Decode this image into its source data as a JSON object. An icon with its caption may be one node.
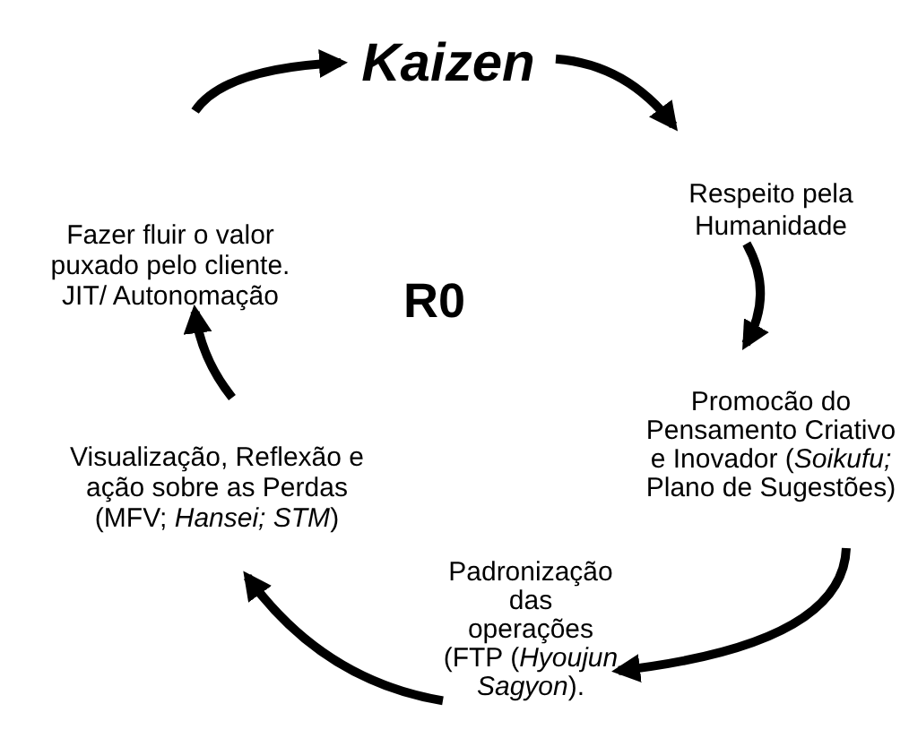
{
  "diagram": {
    "nodes": [
      {
        "text": [
          "Kaizen"
        ]
      },
      {
        "text": [
          "Respeito pela Humanidade"
        ]
      },
      {
        "text": [
          "Promocão do Pensamento Criativo e Inovador (*Soikufu;* Plano de Sugestões)"
        ]
      },
      {
        "text": [
          "Padronização das operações (FTP (*Hyoujun Sagyon*)."
        ]
      },
      {
        "text": [
          "Visualização, Reflexão e ação sobre as Perdas (MFV; *Hansei; STM*)"
        ]
      },
      {
        "text": [
          "Fazer fluir o valor puxado pelo cliente. JIT/ Autonomação"
        ]
      }
    ],
    "edges": [
      {
        "from": 0,
        "to": 1,
        "arrow": "to"
      },
      {
        "from": 1,
        "to": 2,
        "arrow": "to"
      },
      {
        "from": 2,
        "to": 3,
        "arrow": "to"
      },
      {
        "from": 3,
        "to": 4,
        "arrow": "to"
      },
      {
        "from": 4,
        "to": 5,
        "arrow": "to"
      },
      {
        "from": 5,
        "to": 0,
        "arrow": "to"
      }
    ],
    "labels": [
      "R0"
    ]
  }
}
